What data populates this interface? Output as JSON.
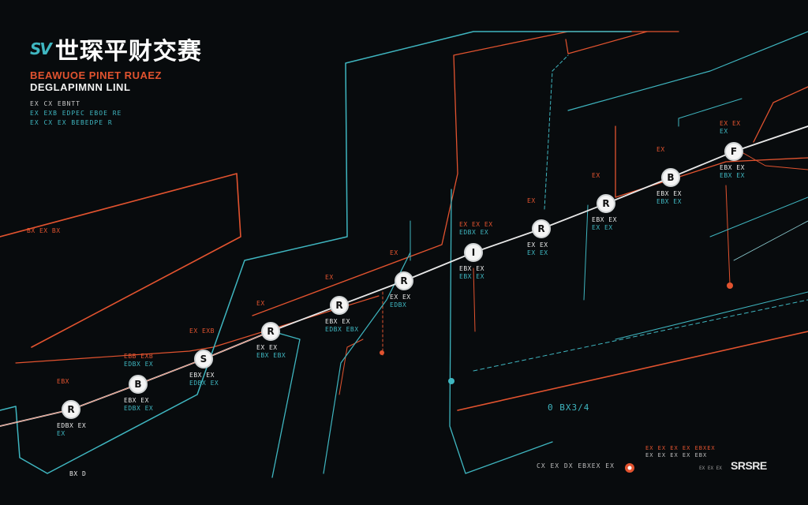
{
  "header": {
    "logo_mark": "SV",
    "title": "世琛平财交赛",
    "subtitle_1": "BEAWUOE PINET RUAEZ",
    "subtitle_2": "DEGLAPIMNN LINL"
  },
  "meta": {
    "line_1": "EX CX EBNTT",
    "line_2": "EX EXB EDPEC EBOE RE",
    "line_3": "EX CX EX BEBEDPE R"
  },
  "left_edge_label": "BX EX BX",
  "bottom_label": "BX D",
  "stops": [
    {
      "glyph": "R",
      "top_a": "EBX",
      "top_b": "",
      "bottom": "EDBX EX",
      "bottom2": "EX"
    },
    {
      "glyph": "B",
      "top_a": "EBB EXB",
      "top_b": "EDBX EX",
      "bottom": "EBX EX",
      "bottom2": "EDBX EX"
    },
    {
      "glyph": "S",
      "top_a": "EX EXB",
      "top_b": "",
      "bottom": "EBX EX",
      "bottom2": "EDBX EX"
    },
    {
      "glyph": "R",
      "top_a": "EX",
      "top_b": "",
      "bottom": "EX EX",
      "bottom2": "EBX EBX"
    },
    {
      "glyph": "R",
      "top_a": "EX",
      "top_b": "",
      "bottom": "EBX EX",
      "bottom2": "EDBX EBX"
    },
    {
      "glyph": "R",
      "top_a": "EX",
      "top_b": "",
      "bottom": "EX EX",
      "bottom2": "EDBX"
    },
    {
      "glyph": "I",
      "top_a": "EX EX EX",
      "top_b": "EDBX EX",
      "bottom": "EBX EX",
      "bottom2": "EBX EX"
    },
    {
      "glyph": "R",
      "top_a": "EX",
      "top_b": "",
      "bottom": "EX EX",
      "bottom2": "EX EX"
    },
    {
      "glyph": "R",
      "top_a": "EX",
      "top_b": "",
      "bottom": "EBX EX",
      "bottom2": "EX EX"
    },
    {
      "glyph": "B",
      "top_a": "EX",
      "top_b": "",
      "bottom": "EBX EX",
      "bottom2": "EBX EX"
    },
    {
      "glyph": "F",
      "top_a": "EX EX",
      "top_b": "EX",
      "bottom": "EBX EX",
      "bottom2": "EBX EX"
    }
  ],
  "footer": {
    "left_text": "CX EX DX EBXEX EX",
    "code": "0 BX3/4",
    "lines_orange": "EX EX EX EX EBXEX",
    "lines_white": "EX EX EX EX EBX",
    "sec_text": "EX EX EX",
    "brand": "SRSRE"
  },
  "colors": {
    "background": "#080b0d",
    "accent_orange": "#e2532f",
    "accent_teal": "#3fb6c0",
    "track_white": "#e8e8e8"
  }
}
